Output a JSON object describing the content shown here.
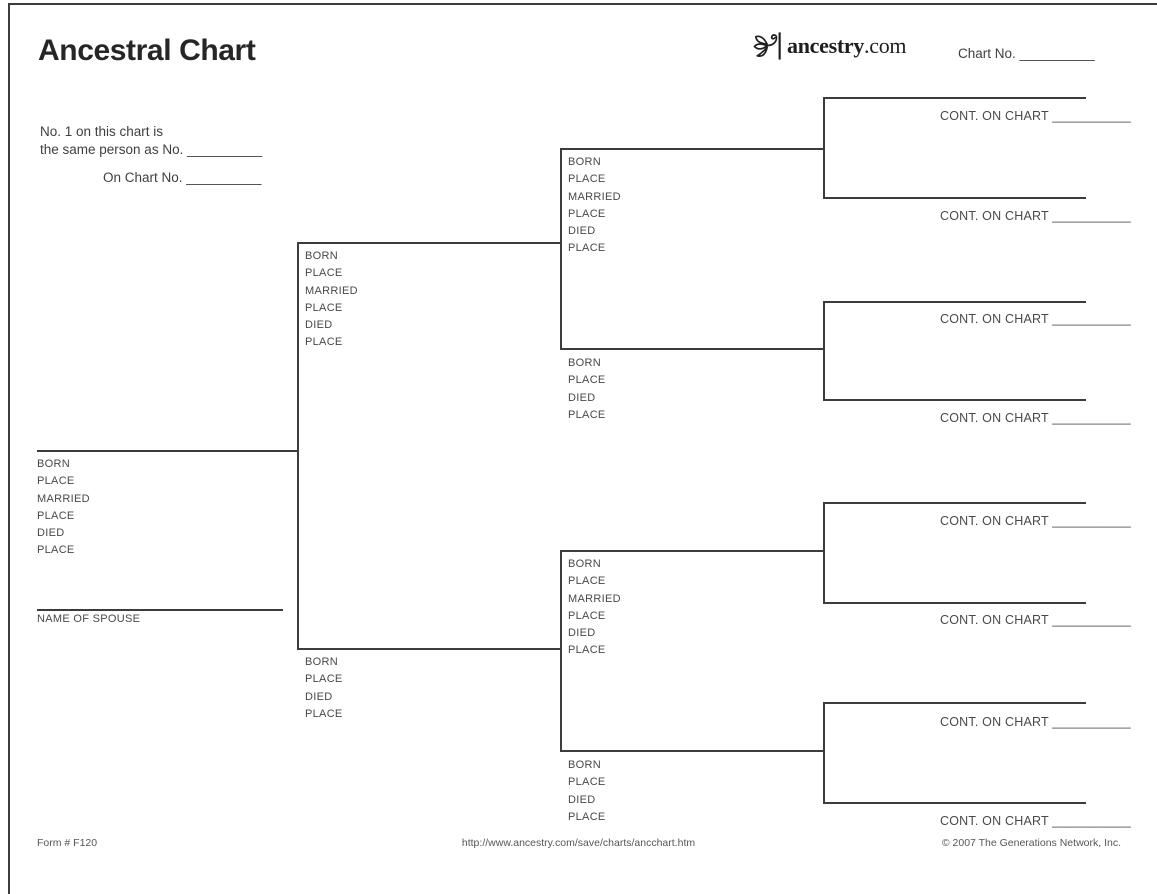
{
  "page": {
    "title": "Ancestral Chart",
    "footer": {
      "form_number": "Form # F120",
      "url": "http://www.ancestry.com/save/charts/ancchart.htm",
      "copyright": "© 2007 The Generations Network, Inc."
    }
  },
  "header": {
    "logo": {
      "brand": "ancestry",
      "tld": ".com"
    },
    "chart_no": "Chart No. __________"
  },
  "reference": {
    "line1": "No. 1 on this chart is",
    "line2": "the same person as No. __________",
    "line3": "On Chart No. __________"
  },
  "labels": {
    "spouse": "NAME OF SPOUSE",
    "cont": "CONT. ON CHART ___________"
  },
  "field_sets": {
    "full": [
      "BORN",
      "PLACE",
      "MARRIED",
      "PLACE",
      "DIED",
      "PLACE"
    ],
    "short": [
      "BORN",
      "PLACE",
      "DIED",
      "PLACE"
    ]
  },
  "colors": {
    "line": "#3c3c3c",
    "label_text": "#484848",
    "title_text": "#262626"
  }
}
